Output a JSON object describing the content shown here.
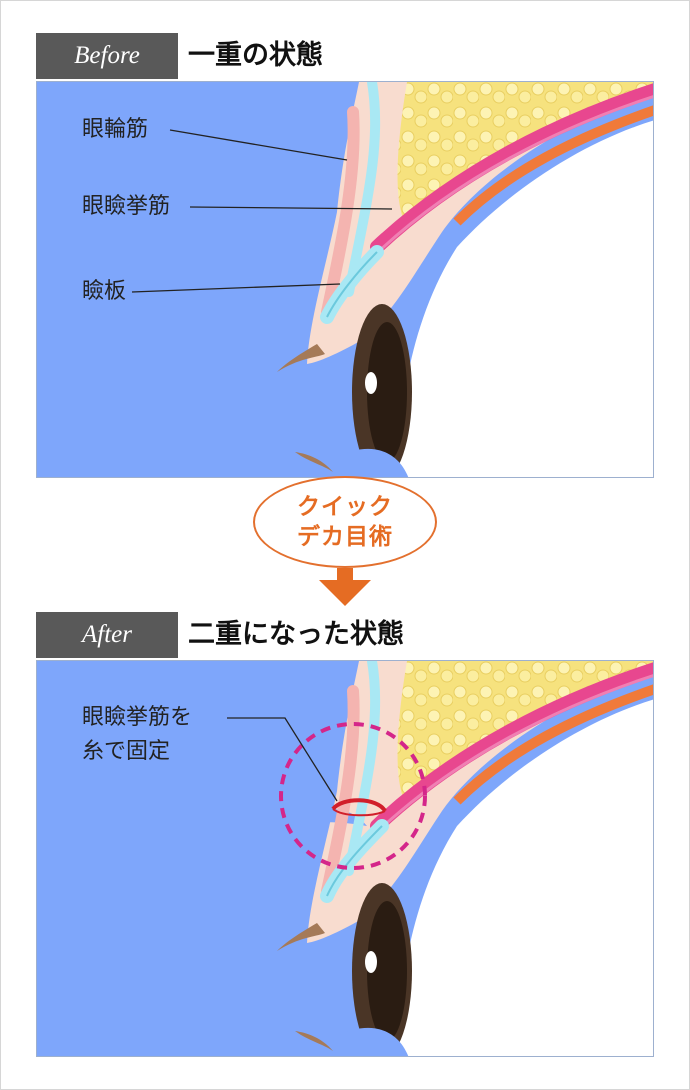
{
  "before": {
    "tag": "Before",
    "title": "一重の状態",
    "labels": {
      "orbicularis": "眼輪筋",
      "levator": "眼瞼挙筋",
      "tarsus": "瞼板"
    }
  },
  "procedure": {
    "line1": "クイック",
    "line2": "デカ目術"
  },
  "after": {
    "tag": "After",
    "title": "二重になった状態",
    "annotation_line1": "眼瞼挙筋を",
    "annotation_line2": "糸で固定"
  },
  "colors": {
    "background_blue": "#7ea6fb",
    "skin": "#f8dccf",
    "fat": "#f6e27e",
    "levator_muscle": "#e8478f",
    "tarsal_plate": "#a9e8f4",
    "eyelash": "#a57a58",
    "iris": "#4a3526",
    "accent_orange": "#e56c23",
    "circle_magenta": "#d4268a",
    "suture_red": "#d11f2a"
  }
}
